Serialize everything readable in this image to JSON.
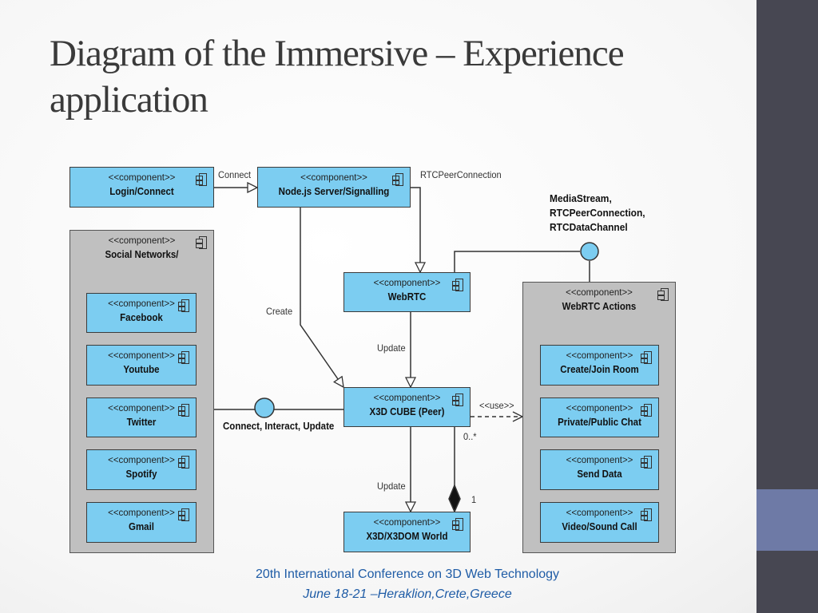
{
  "title": "Diagram of the Immersive – Experience application",
  "stereotype": "<<component>>",
  "components": {
    "login": "Login/Connect",
    "node": "Node.js Server/Signalling",
    "social": "Social Networks/",
    "facebook": "Facebook",
    "youtube": "Youtube",
    "twitter": "Twitter",
    "spotify": "Spotify",
    "gmail": "Gmail",
    "webrtc": "WebRTC",
    "cube": "X3D CUBE (Peer)",
    "world": "X3D/X3DOM World",
    "actions": "WebRTC Actions",
    "room": "Create/Join Room",
    "chat": "Private/Public Chat",
    "data": "Send Data",
    "call": "Video/Sound Call"
  },
  "labels": {
    "connect": "Connect",
    "rtcpeer": "RTCPeerConnection",
    "iface1": "MediaStream,",
    "iface2": "RTCPeerConnection,",
    "iface3": "RTCDataChannel",
    "create": "Create",
    "update1": "Update",
    "update2": "Update",
    "use": "<<use>>",
    "mult_many": "0..*",
    "mult_one": "1",
    "social_iface": "Connect, Interact, Update"
  },
  "footer": {
    "line1": "20th International Conference on 3D Web Technology",
    "line2": "June 18-21 –Heraklion,Crete,Greece"
  },
  "colors": {
    "component": "#7ccdf1",
    "container": "#c0c0c0",
    "sidebar": "#474752",
    "accent": "#6e7aa6",
    "footer": "#1f5ca6"
  }
}
